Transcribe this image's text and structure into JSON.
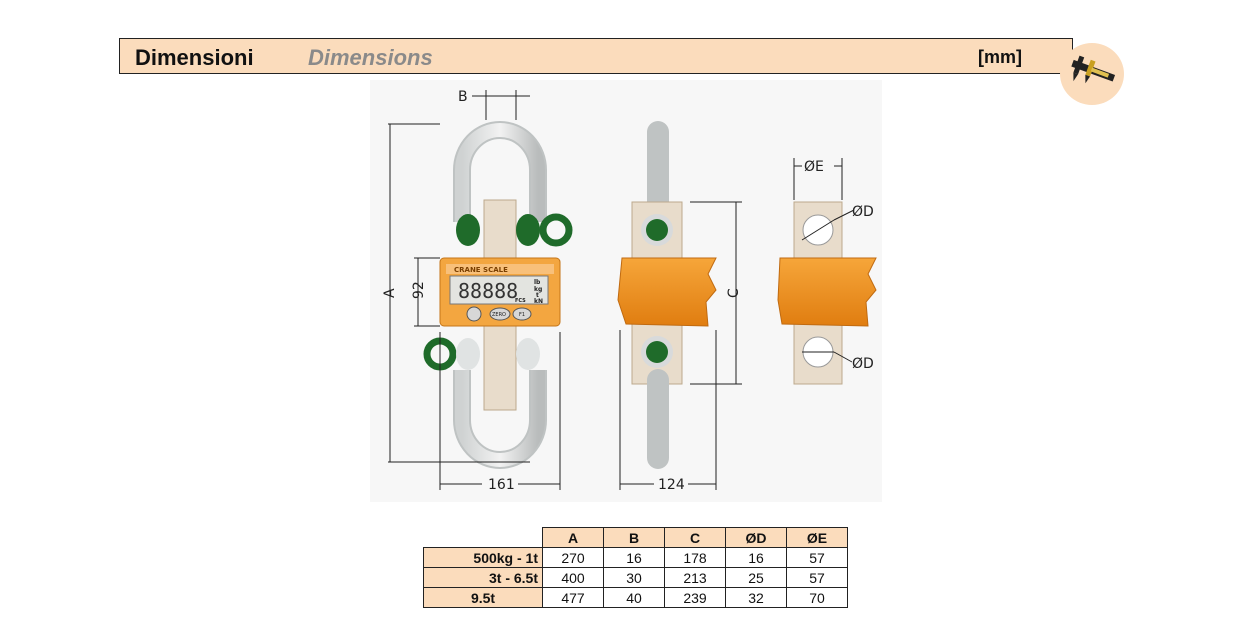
{
  "header": {
    "title_it": "Dimensioni",
    "title_en": "Dimensions",
    "unit": "[mm]"
  },
  "drawing": {
    "label_B": "B",
    "label_A": "A",
    "label_92": "92",
    "label_161": "161",
    "label_124": "124",
    "label_C": "C",
    "label_OE": "ØE",
    "label_OD_top": "ØD",
    "label_OD_bottom": "ØD",
    "display": {
      "brand": "CRANE SCALE",
      "digits": "88888",
      "units": [
        "lb",
        "kg",
        "t",
        "kN"
      ],
      "btn_zero": "ZERO",
      "btn_f1": "F1",
      "fcs": "FCS"
    }
  },
  "table": {
    "columns": [
      "A",
      "B",
      "C",
      "ØD",
      "ØE"
    ],
    "rows": [
      {
        "label": "500kg - 1t",
        "values": [
          "270",
          "16",
          "178",
          "16",
          "57"
        ]
      },
      {
        "label": "3t - 6.5t",
        "values": [
          "400",
          "30",
          "213",
          "25",
          "57"
        ]
      },
      {
        "label": "9.5t",
        "values": [
          "477",
          "40",
          "239",
          "32",
          "70"
        ]
      }
    ]
  },
  "colors": {
    "accent_peach": "#fbdcbc",
    "shackle_green": "#1f6b2a",
    "housing_orange": "#f39a2a"
  }
}
